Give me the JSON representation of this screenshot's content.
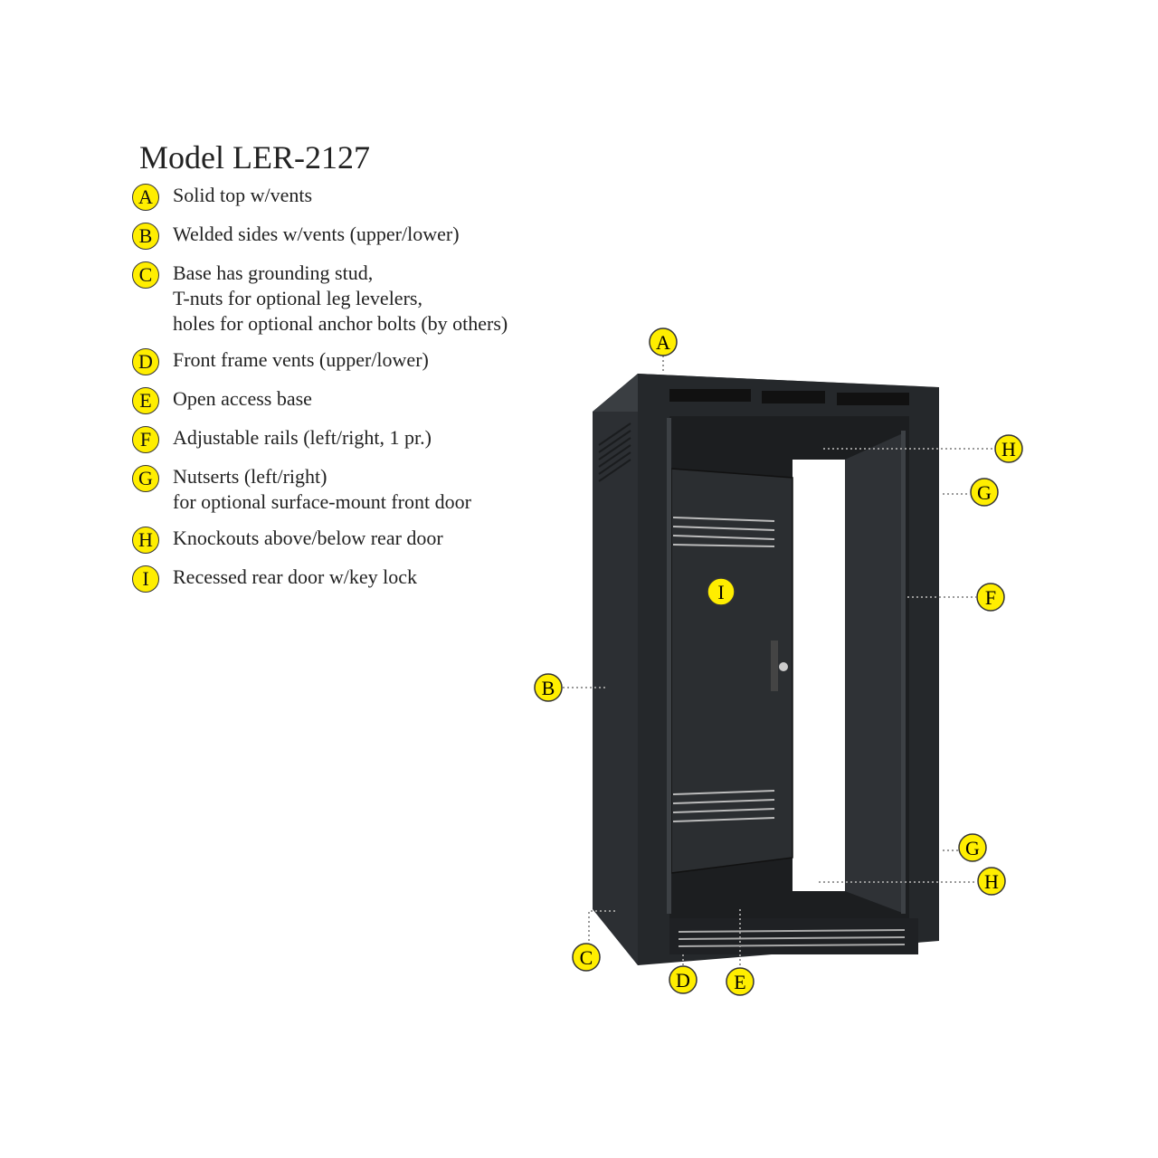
{
  "title": "Model LER-2127",
  "legend": [
    {
      "letter": "A",
      "lines": [
        "Solid top w/vents"
      ]
    },
    {
      "letter": "B",
      "lines": [
        "Welded sides w/vents (upper/lower)"
      ]
    },
    {
      "letter": "C",
      "lines": [
        "Base has grounding stud,",
        "T-nuts for optional leg levelers,",
        "holes for optional anchor bolts (by others)"
      ]
    },
    {
      "letter": "D",
      "lines": [
        "Front frame vents (upper/lower)"
      ]
    },
    {
      "letter": "E",
      "lines": [
        "Open access base"
      ]
    },
    {
      "letter": "F",
      "lines": [
        "Adjustable rails (left/right, 1 pr.)"
      ]
    },
    {
      "letter": "G",
      "lines": [
        "Nutserts (left/right)",
        "for optional surface-mount front door"
      ]
    },
    {
      "letter": "H",
      "lines": [
        "Knockouts above/below rear door"
      ]
    },
    {
      "letter": "I",
      "lines": [
        "Recessed rear door w/key lock"
      ]
    }
  ],
  "callouts": {
    "a": "A",
    "b": "B",
    "c": "C",
    "d": "D",
    "e": "E",
    "f": "F",
    "g_top": "G",
    "g_bottom": "G",
    "h_top": "H",
    "h_bottom": "H",
    "i": "I"
  },
  "colors": {
    "badge": "#ffee00",
    "cabinet": "#2a2d30",
    "leader": "#999999"
  }
}
